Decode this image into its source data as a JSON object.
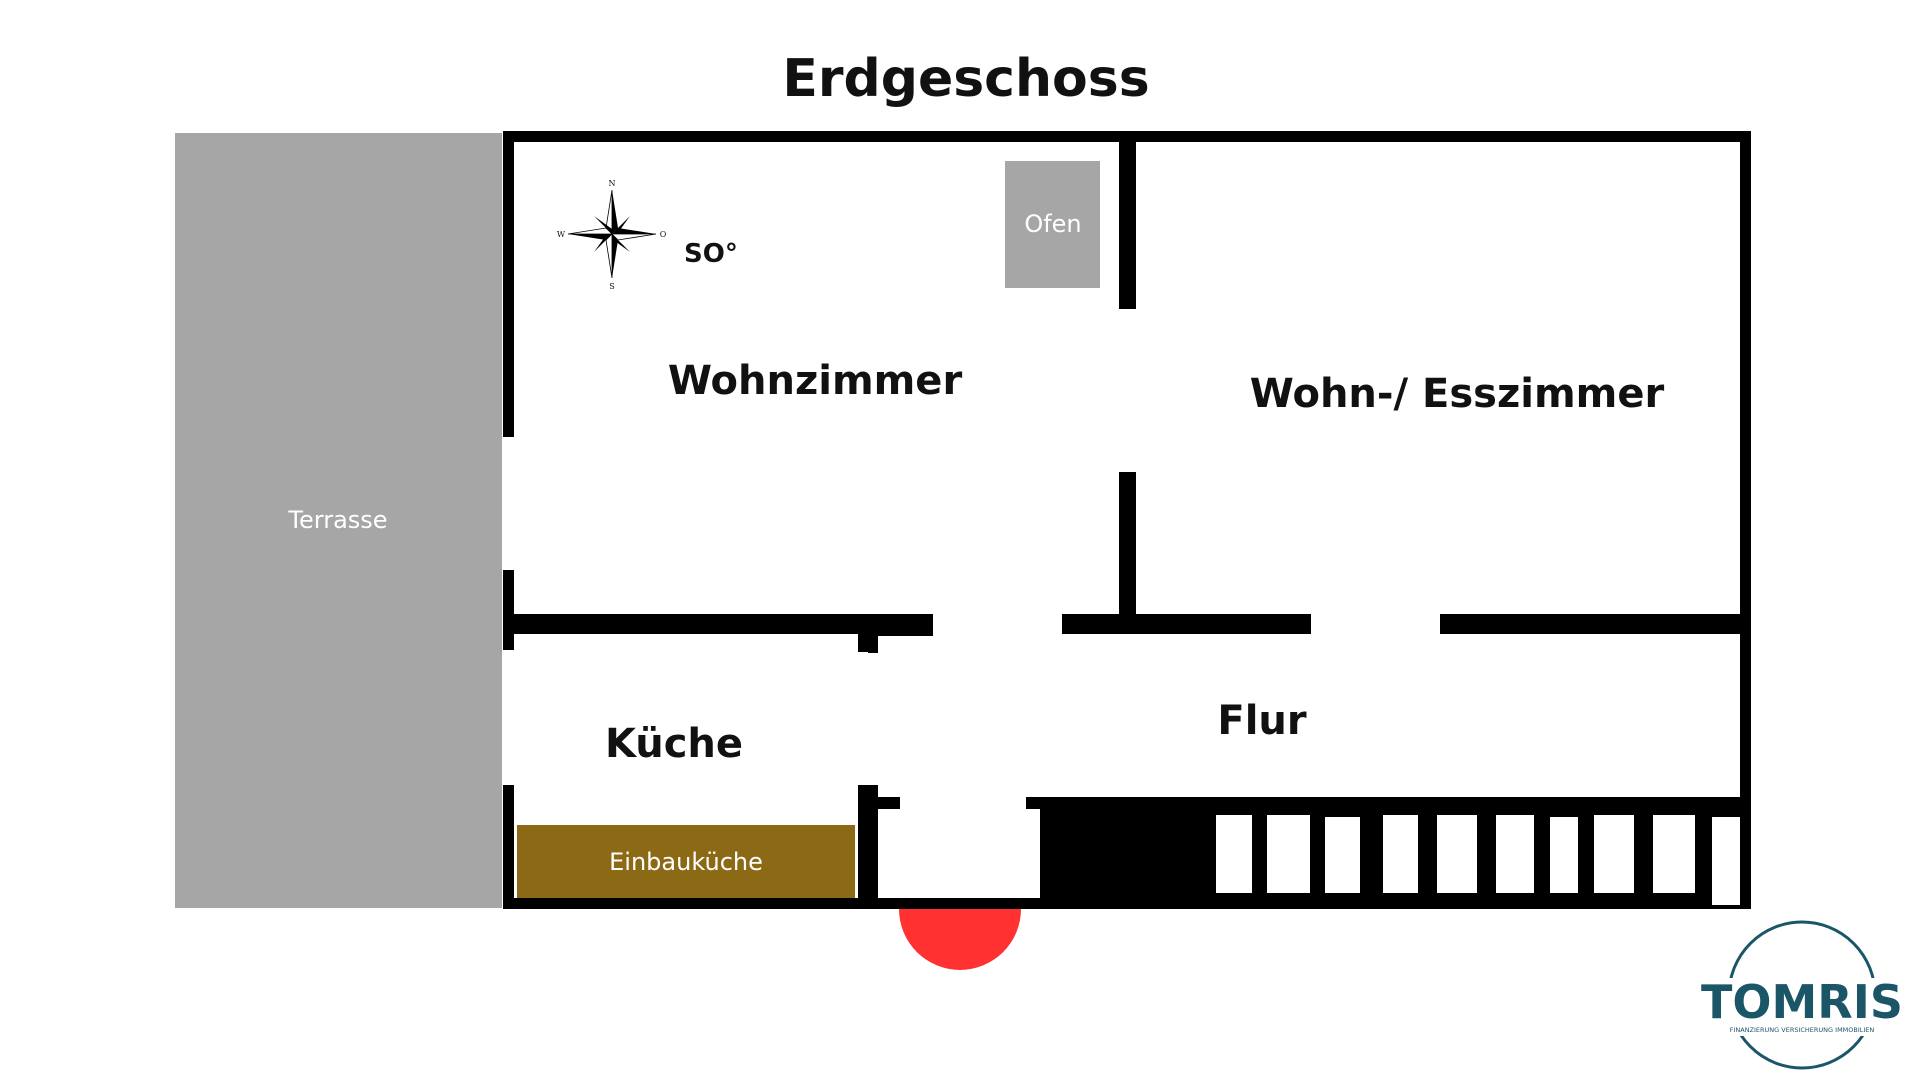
{
  "title": "Erdgeschoss",
  "rooms": {
    "wohnzimmer": "Wohnzimmer",
    "wohn_esszimmer": "Wohn-/ Esszimmer",
    "kueche": "Küche",
    "flur": "Flur"
  },
  "fixtures": {
    "terrasse": "Terrasse",
    "ofen": "Ofen",
    "einbaukueche": "Einbauküche"
  },
  "compass": {
    "orientation": "SO°",
    "north": "N",
    "east": "O",
    "south": "S",
    "west": "W"
  },
  "logo": {
    "name": "TOMRIS",
    "tagline": "FINANZIERUNG VERSICHERUNG IMMOBILIEN"
  },
  "colors": {
    "wall": "#000000",
    "terrasse": "#a6a6a6",
    "ofen": "#a6a6a6",
    "einbaukueche": "#8c6914",
    "entrance": "#ff3131",
    "logo": "#1b5568"
  }
}
